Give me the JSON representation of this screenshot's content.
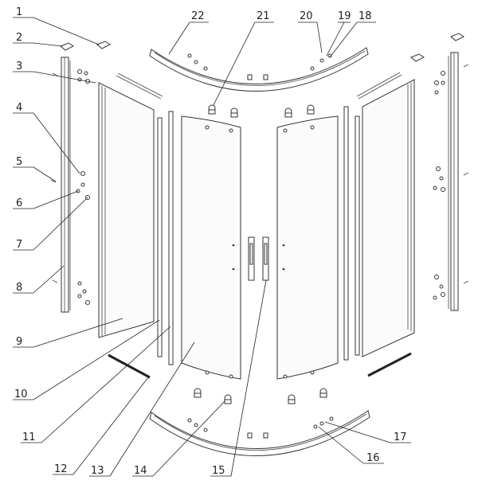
{
  "diagram": {
    "callouts": [
      "1",
      "2",
      "3",
      "4",
      "5",
      "6",
      "7",
      "8",
      "9",
      "10",
      "11",
      "12",
      "13",
      "14",
      "15",
      "16",
      "17",
      "18",
      "19",
      "20",
      "21",
      "22"
    ]
  },
  "colors": {
    "line": "#222222",
    "background": "#ffffff"
  }
}
